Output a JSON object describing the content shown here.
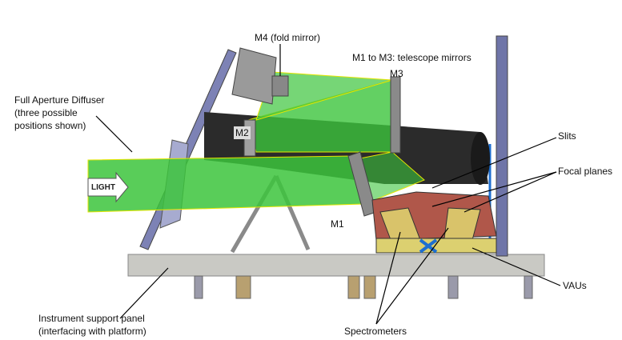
{
  "labels": {
    "m4": "M4 (fold mirror)",
    "m1_m3": "M1 to M3: telescope mirrors",
    "m3": "M3",
    "m2": "M2",
    "m1": "M1",
    "diffuser": [
      "Full Aperture Diffuser",
      "(three possible",
      "positions shown)"
    ],
    "light": "LIGHT",
    "slits": "Slits",
    "focal_planes": "Focal planes",
    "vaus": "VAUs",
    "support_panel": [
      "Instrument support panel",
      "(interfacing with platform)"
    ],
    "spectrometers": "Spectrometers"
  },
  "colors": {
    "beam": "#3cc43c",
    "beam_edge": "#e6e600",
    "telescope": "#2b2b2b",
    "structure": "#8a8fb8",
    "spectrometer": "#b0574a",
    "platform": "#c9c9c4"
  }
}
